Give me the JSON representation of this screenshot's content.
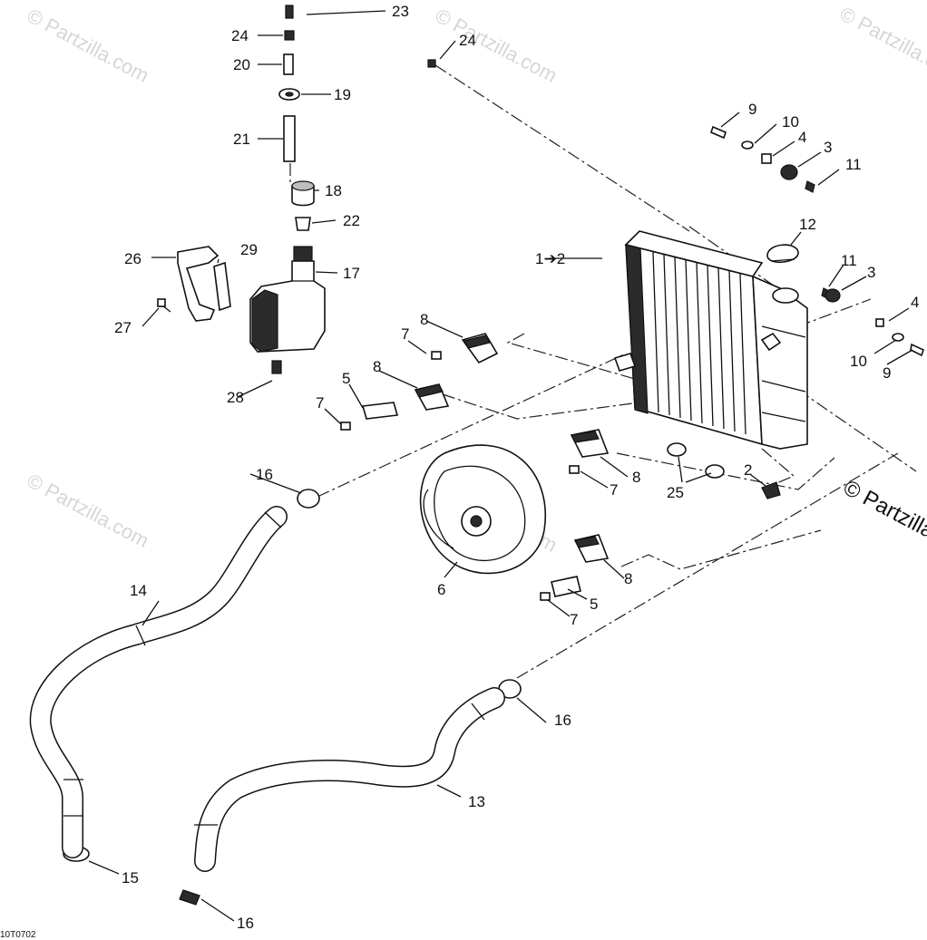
{
  "diagram": {
    "drawing_code": "10T0702",
    "watermark_text": "© Partzilla.com",
    "labels": {
      "p1": "1➔2",
      "p2": "2",
      "p3a": "3",
      "p3b": "3",
      "p4a": "4",
      "p4b": "4",
      "p5a": "5",
      "p5b": "5",
      "p6": "6",
      "p7a": "7",
      "p7b": "7",
      "p7c": "7",
      "p7d": "7",
      "p8a": "8",
      "p8b": "8",
      "p8c": "8",
      "p8d": "8",
      "p9a": "9",
      "p9b": "9",
      "p10a": "10",
      "p10b": "10",
      "p11a": "11",
      "p11b": "11",
      "p12": "12",
      "p13": "13",
      "p14": "14",
      "p15": "15",
      "p16a": "16",
      "p16b": "16",
      "p16c": "16",
      "p17": "17",
      "p18": "18",
      "p19": "19",
      "p20": "20",
      "p21": "21",
      "p22": "22",
      "p23": "23",
      "p24a": "24",
      "p24b": "24",
      "p25": "25",
      "p26": "26",
      "p27": "27",
      "p28": "28",
      "p29": "29"
    }
  }
}
